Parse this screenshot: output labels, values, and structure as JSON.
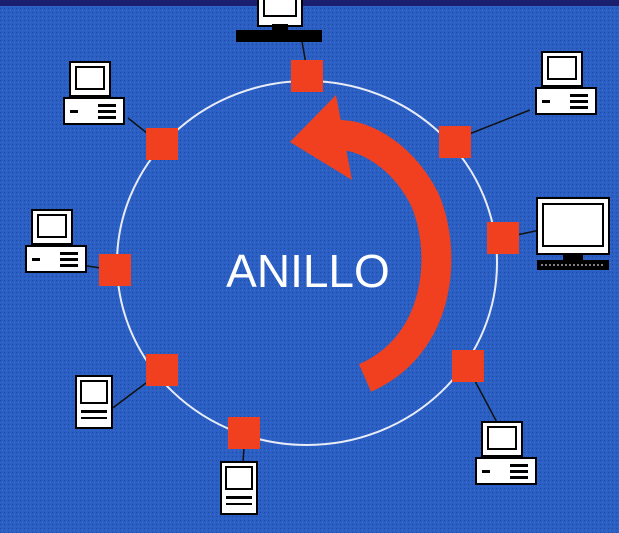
{
  "diagram": {
    "label": "ANILLO",
    "colors": {
      "background": "#2b5fc3",
      "background_dots": "#1f4aa3",
      "top_bar": "#1a1f6e",
      "ring": "#e8ecf6",
      "node": "#f0401f",
      "arrow": "#f0401f",
      "computer_body": "#ffffff",
      "computer_outline": "#000000",
      "cable": "#111111"
    },
    "nodes": [
      {
        "id": "node-top",
        "computer_icon": "desktop-computer-icon"
      },
      {
        "id": "node-upper-right",
        "computer_icon": "desktop-computer-icon"
      },
      {
        "id": "node-right",
        "computer_icon": "monitor-keyboard-icon"
      },
      {
        "id": "node-lower-right",
        "computer_icon": "desktop-computer-icon"
      },
      {
        "id": "node-bottom",
        "computer_icon": "compact-computer-icon"
      },
      {
        "id": "node-lower-left",
        "computer_icon": "compact-computer-icon"
      },
      {
        "id": "node-left",
        "computer_icon": "desktop-computer-icon"
      },
      {
        "id": "node-upper-left",
        "computer_icon": "desktop-computer-icon"
      }
    ],
    "direction": "counter-clockwise"
  }
}
